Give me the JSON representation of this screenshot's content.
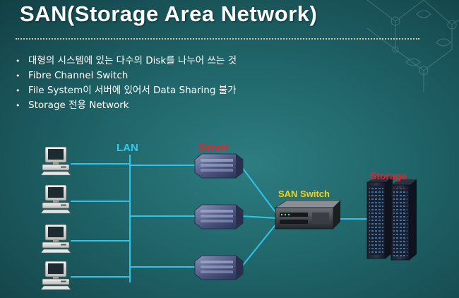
{
  "slide": {
    "title": "SAN(Storage Area Network)",
    "bullets": [
      "대형의 시스템에 있는 다수의 Disk를 나누어 쓰는 것",
      "Fibre Channel Switch",
      "File System이 서버에 있어서 Data Sharing 불가",
      "Storage 전용 Network"
    ]
  },
  "diagram": {
    "lan_label": "LAN",
    "server_label": "Server",
    "switch_label": "SAN Switch",
    "storage_label": "Storage",
    "colors": {
      "link": "#2ec4e8",
      "lan_label": "#35c8ee",
      "server_label": "#e5252a",
      "switch_label": "#f2d21a",
      "storage_label": "#e5252a"
    }
  }
}
